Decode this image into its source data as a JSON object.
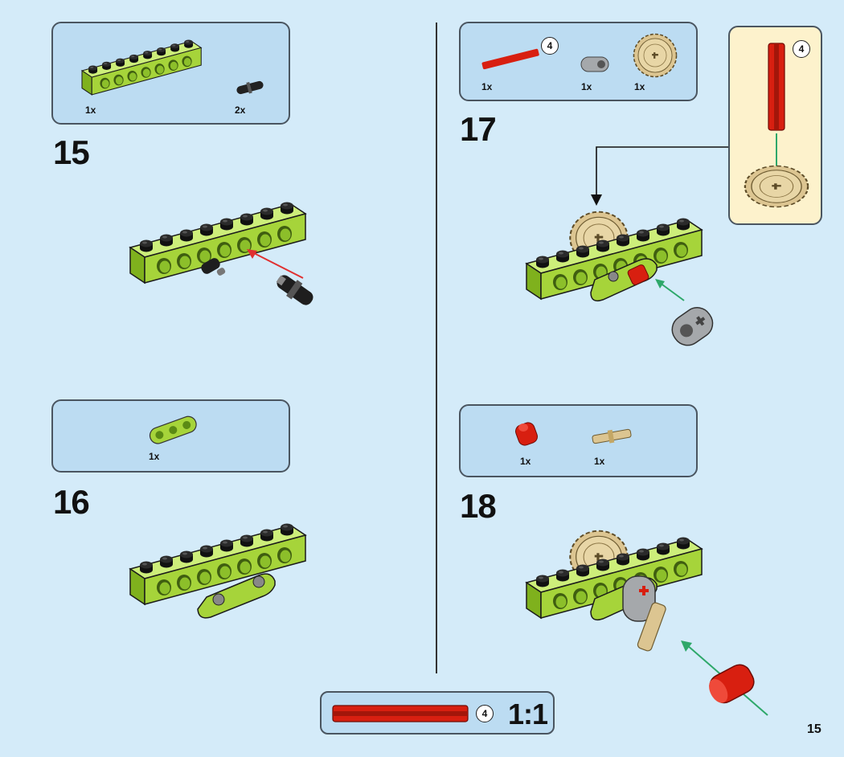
{
  "page_number": "15",
  "ratio": {
    "label": "1:1",
    "axle_length": "4"
  },
  "steps": [
    {
      "number": "15",
      "parts": [
        {
          "name": "lime technic brick 1x8",
          "qty": "1x"
        },
        {
          "name": "black friction pin",
          "qty": "2x"
        }
      ]
    },
    {
      "number": "16",
      "parts": [
        {
          "name": "lime technic beam 3",
          "qty": "1x"
        }
      ]
    },
    {
      "number": "17",
      "callout_length": "4",
      "sub_callout_length": "4",
      "parts": [
        {
          "name": "red axle 4",
          "qty": "1x"
        },
        {
          "name": "gray axle and pin connector",
          "qty": "1x"
        },
        {
          "name": "tan gear 24 tooth",
          "qty": "1x"
        }
      ]
    },
    {
      "number": "18",
      "parts": [
        {
          "name": "red axle connector",
          "qty": "1x"
        },
        {
          "name": "tan axle pin",
          "qty": "1x"
        }
      ]
    }
  ],
  "colors": {
    "background": "#d4ebf9",
    "parts_box": "#bcdcf2",
    "sub_assembly": "#fdf2cc",
    "lime": "#a6d43a",
    "red": "#d81f10",
    "tan": "#dcc591",
    "gray": "#a5a8ab",
    "arrow_red": "#e03030",
    "arrow_green": "#2ea86a"
  }
}
